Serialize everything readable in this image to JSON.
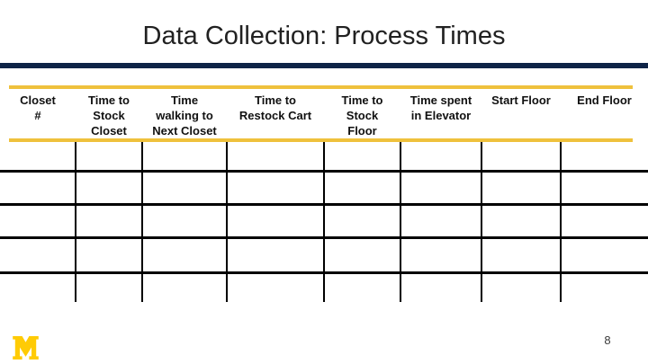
{
  "slide": {
    "title": "Data Collection: Process Times",
    "page_number": "8"
  },
  "table": {
    "headers": [
      {
        "label": "Closet\n#"
      },
      {
        "label": "Time to\nStock\nCloset"
      },
      {
        "label": "Time\nwalking to\nNext Closet"
      },
      {
        "label": "Time to\nRestock Cart"
      },
      {
        "label": "Time to\nStock\nFloor"
      },
      {
        "label": "Time spent\nin Elevator"
      },
      {
        "label": "Start Floor"
      },
      {
        "label": "End Floor"
      }
    ],
    "rows": [
      [
        "",
        "",
        "",
        "",
        "",
        "",
        "",
        ""
      ],
      [
        "",
        "",
        "",
        "",
        "",
        "",
        "",
        ""
      ],
      [
        "",
        "",
        "",
        "",
        "",
        "",
        "",
        ""
      ],
      [
        "",
        "",
        "",
        "",
        "",
        "",
        "",
        ""
      ],
      [
        "",
        "",
        "",
        "",
        "",
        "",
        "",
        ""
      ]
    ]
  },
  "logo": {
    "name": "university-of-michigan-block-m"
  },
  "colors": {
    "navy": "#0e2447",
    "gold": "#efc13c",
    "maize": "#ffcb05"
  }
}
